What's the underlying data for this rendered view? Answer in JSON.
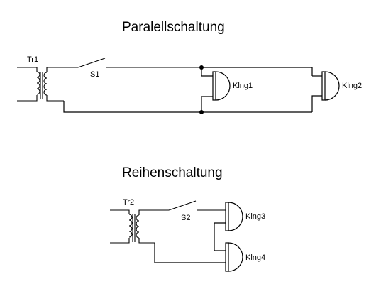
{
  "diagram": {
    "parallel": {
      "title": "Paralellschaltung",
      "transformer_label": "Tr1",
      "switch_label": "S1",
      "bell1_label": "Klng1",
      "bell2_label": "Klng2"
    },
    "series": {
      "title": "Reihenschaltung",
      "transformer_label": "Tr2",
      "switch_label": "S2",
      "bell1_label": "Klng3",
      "bell2_label": "Klng4"
    },
    "colors": {
      "line": "#000000",
      "background": "#ffffff"
    },
    "icons": [
      "transformer-symbol",
      "switch-symbol",
      "bell-symbol",
      "junction-dot"
    ]
  }
}
